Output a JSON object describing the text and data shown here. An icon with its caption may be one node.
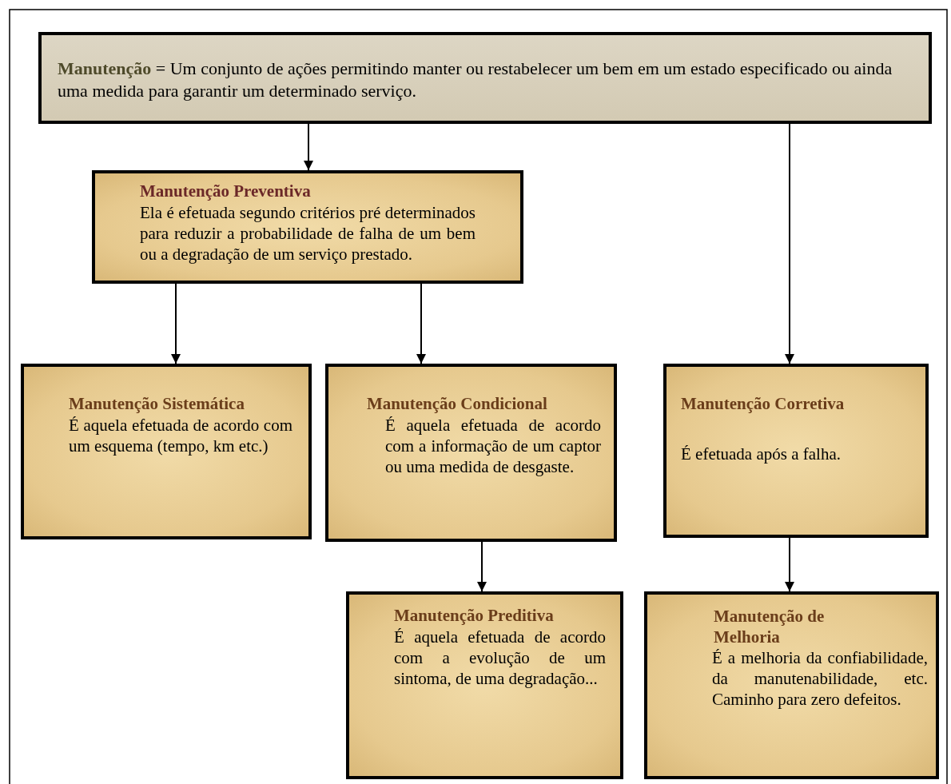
{
  "diagram": {
    "nodes": [
      {
        "text": [
          "**Manutenção** = Um conjunto de ações permitindo manter ou restabelecer um bem em um estado especificado ou ainda uma medida para garantir um determinado serviço."
        ]
      },
      {
        "text": [
          "Manutenção Preventiva",
          "Ela é efetuada segundo critérios pré determinados para reduzir a probabilidade de falha de um bem ou a degradação de um serviço prestado."
        ]
      },
      {
        "text": [
          "Manutenção Sistemática",
          "É aquela efetuada de acordo com um esquema (tempo, km etc.)"
        ]
      },
      {
        "text": [
          "Manutenção Condicional",
          "É aquela efetuada de acordo com a informação de um captor ou uma medida de desgaste."
        ]
      },
      {
        "text": [
          "Manutenção Corretiva",
          "É efetuada após a falha."
        ]
      },
      {
        "text": [
          "Manutenção Preditiva",
          "É aquela efetuada de acordo com a evolução de um sintoma, de uma degradação..."
        ]
      },
      {
        "text": [
          "Manutenção de Melhoria",
          "É a melhoria da confiabilidade, da manutenabilidade, etc. Caminho para zero defeitos."
        ]
      }
    ],
    "edges": [
      {
        "from": 0,
        "to": 1,
        "arrow": "to"
      },
      {
        "from": 0,
        "to": 4,
        "arrow": "to"
      },
      {
        "from": 1,
        "to": 2,
        "arrow": "to"
      },
      {
        "from": 1,
        "to": 3,
        "arrow": "to"
      },
      {
        "from": 3,
        "to": 5,
        "arrow": "to"
      },
      {
        "from": 4,
        "to": 6,
        "arrow": "to"
      }
    ]
  }
}
